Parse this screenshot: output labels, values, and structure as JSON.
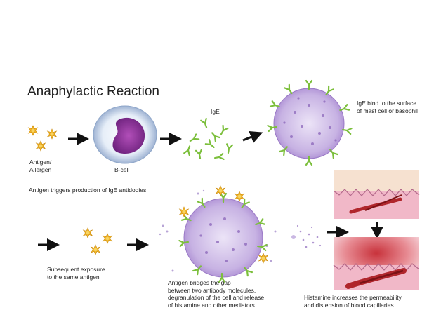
{
  "title": "Anaphylactic Reaction",
  "labels": {
    "antigen_allergen": "Antigen/\nAllergen",
    "b_cell": "B-cell",
    "ige": "IgE",
    "ige_bind": "IgE bind to the surface\nof mast cell or basophil",
    "antigen_triggers": "Antigen triggers production of IgE antidodies",
    "subsequent_exposure": "Subsequent exposure\nto the same antigen",
    "antigen_bridges": "Antigen bridges the gap\nbetween two antibody molecules,\ndegranulation of the cell and release\nof histamine and other mediators",
    "histamine_increases": "Histamine increases the permeability\nand distension of blood capillaries"
  },
  "colors": {
    "antigen": "#f0b52a",
    "antibody": "#7cbf3c",
    "cell": "#c9b6e3",
    "nucleus": "#7a2f86",
    "arrow": "#111111",
    "skin": "#f3c6d2",
    "capillary": "#b0262c"
  }
}
